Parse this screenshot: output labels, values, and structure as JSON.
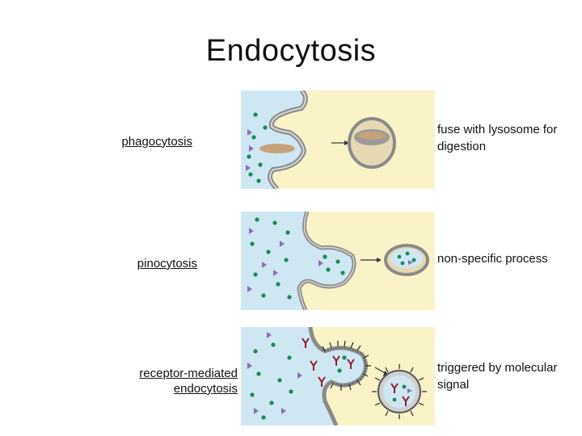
{
  "title": "Endocytosis",
  "rows": [
    {
      "name": "phagocytosis",
      "description": "fuse with lysosome for digestion"
    },
    {
      "name": "pinocytosis",
      "description": "non-specific process"
    },
    {
      "name": "receptor-mediated endocytosis",
      "description": "triggered by molecular signal"
    }
  ],
  "colors": {
    "extracellular": "#cfe7f3",
    "cytoplasm": "#fbf3c8",
    "membrane": "#8a8a8a",
    "molecule_dot": "#1b8a55",
    "molecule_triangle": "#8a6fb0",
    "receptor": "#8b1e2b"
  },
  "icons": [
    "arrow-right-icon"
  ]
}
